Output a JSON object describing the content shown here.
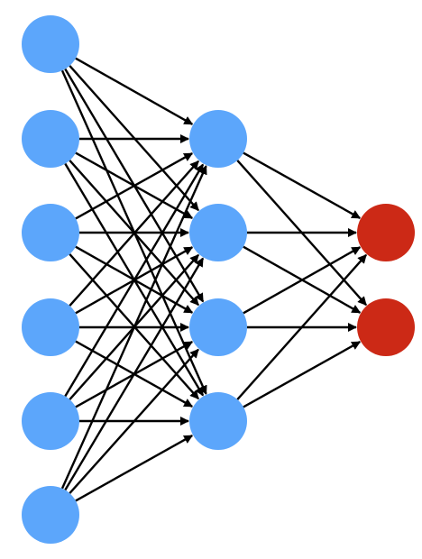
{
  "diagram": {
    "type": "feedforward-neural-network",
    "layers": [
      {
        "name": "input-layer",
        "size": 6,
        "color": "#5ca6fb"
      },
      {
        "name": "hidden-layer",
        "size": 4,
        "color": "#5ca6fb"
      },
      {
        "name": "output-layer",
        "size": 2,
        "color": "#cc2916"
      }
    ],
    "connectivity": "fully-connected",
    "edge_color": "#000000",
    "arrowheads": true,
    "background_color": "#ffffff"
  }
}
